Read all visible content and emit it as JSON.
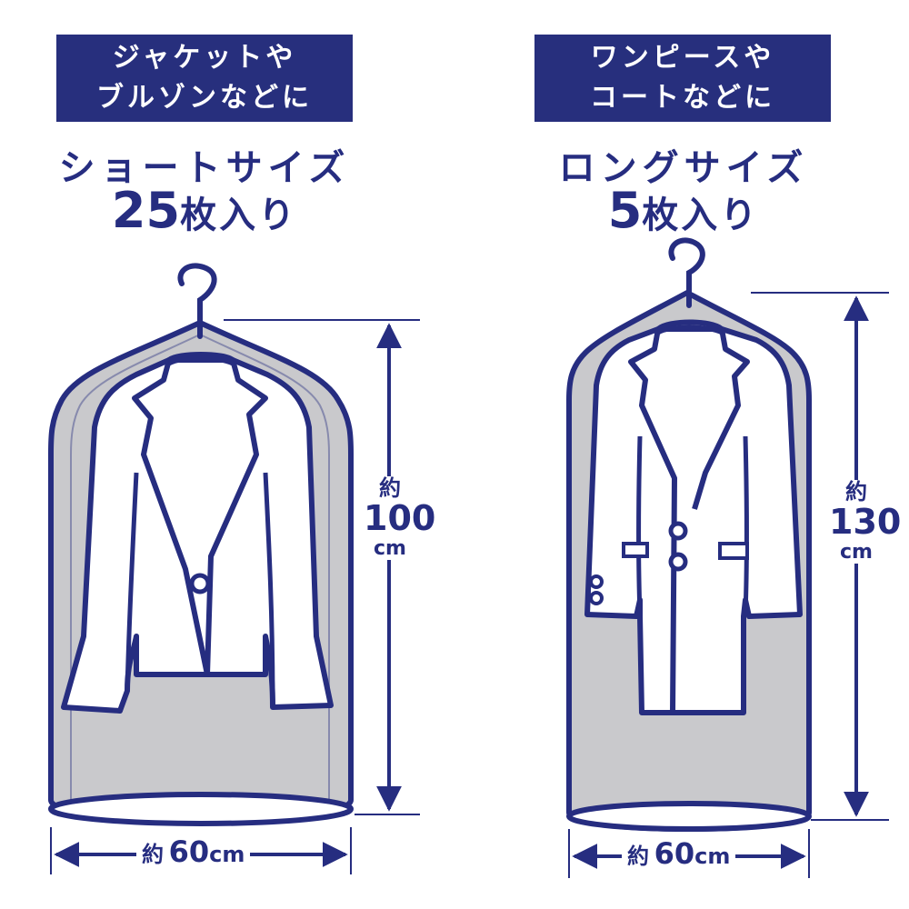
{
  "short": {
    "banner_line1": "ジャケットや",
    "banner_line2": "ブルゾンなどに",
    "size_title": "ショートサイズ",
    "count_number": "25",
    "count_unit": "枚入り",
    "length_prefix": "約",
    "length_value": "100",
    "length_unit": "cm",
    "width_prefix": "約",
    "width_value": "60",
    "width_unit": "cm",
    "garment_icon": "jacket-icon"
  },
  "long": {
    "banner_line1": "ワンピースや",
    "banner_line2": "コートなどに",
    "size_title": "ロングサイズ",
    "count_number": "5",
    "count_unit": "枚入り",
    "length_prefix": "約",
    "length_value": "130",
    "length_unit": "cm",
    "width_prefix": "約",
    "width_value": "60",
    "width_unit": "cm",
    "garment_icon": "coat-icon"
  },
  "colors": {
    "navy": "#262d80",
    "bag_gray": "#c9c9cc",
    "white": "#ffffff"
  }
}
